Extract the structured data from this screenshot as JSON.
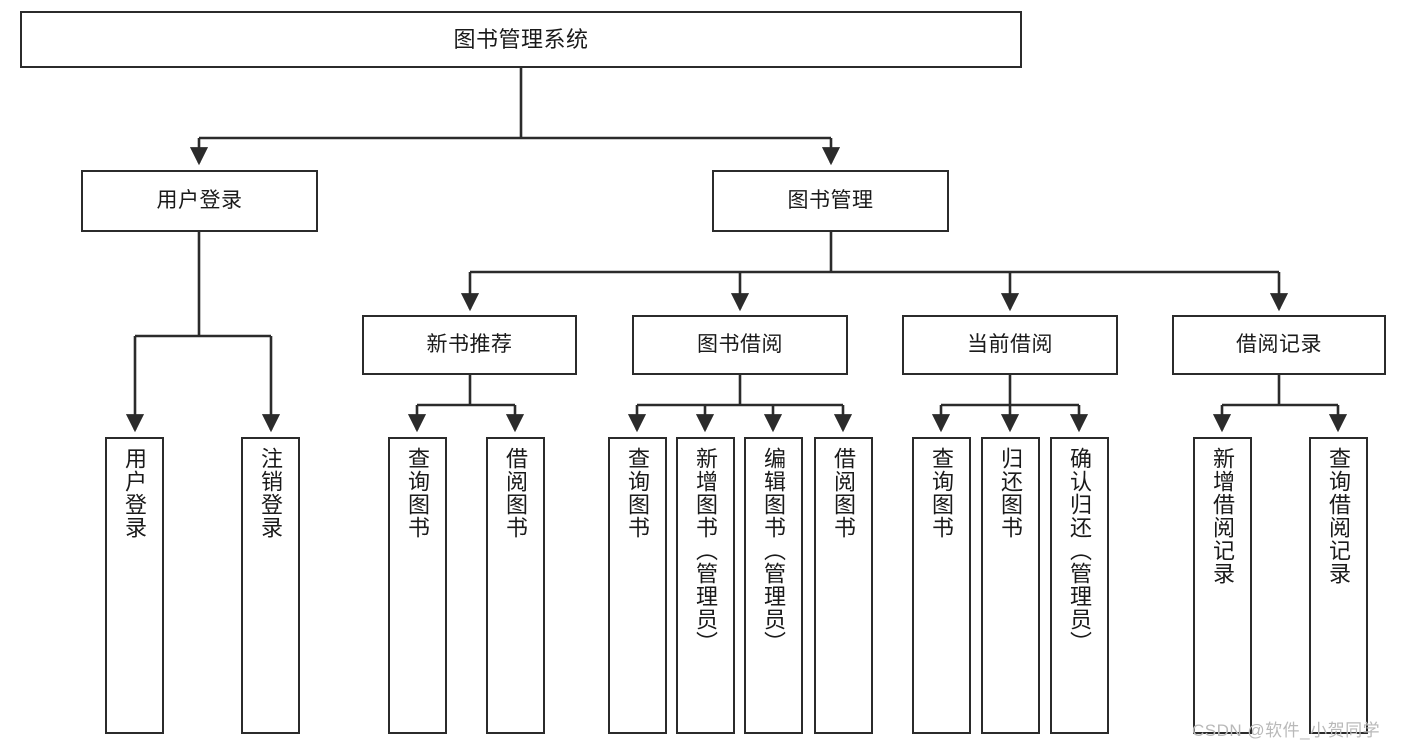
{
  "diagram": {
    "title": "图书管理系统",
    "type": "tree",
    "style": {
      "border_color": "#2b2b2b",
      "fill_color": "#ffffff",
      "line_color": "#2b2b2b",
      "text_color": "#1a1a1a",
      "watermark_color": "#b9b9b9"
    },
    "nodes": {
      "root": {
        "label": "图书管理系统"
      },
      "level2": [
        {
          "label": "用户登录"
        },
        {
          "label": "图书管理"
        }
      ],
      "level3": [
        {
          "label": "新书推荐"
        },
        {
          "label": "图书借阅"
        },
        {
          "label": "当前借阅"
        },
        {
          "label": "借阅记录"
        }
      ],
      "leaves_user_login": [
        {
          "label": "用户登录"
        },
        {
          "label": "注销登录"
        }
      ],
      "leaves_new_book": [
        {
          "label": "查询图书"
        },
        {
          "label": "借阅图书"
        }
      ],
      "leaves_borrow": [
        {
          "label": "查询图书"
        },
        {
          "label": "新增图书（管理员）"
        },
        {
          "label": "编辑图书（管理员）"
        },
        {
          "label": "借阅图书"
        }
      ],
      "leaves_current": [
        {
          "label": "查询图书"
        },
        {
          "label": "归还图书"
        },
        {
          "label": "确认归还（管理员）"
        }
      ],
      "leaves_records": [
        {
          "label": "新增借阅记录"
        },
        {
          "label": "查询借阅记录"
        }
      ]
    },
    "watermark": "CSDN @软件_小贺同学"
  }
}
